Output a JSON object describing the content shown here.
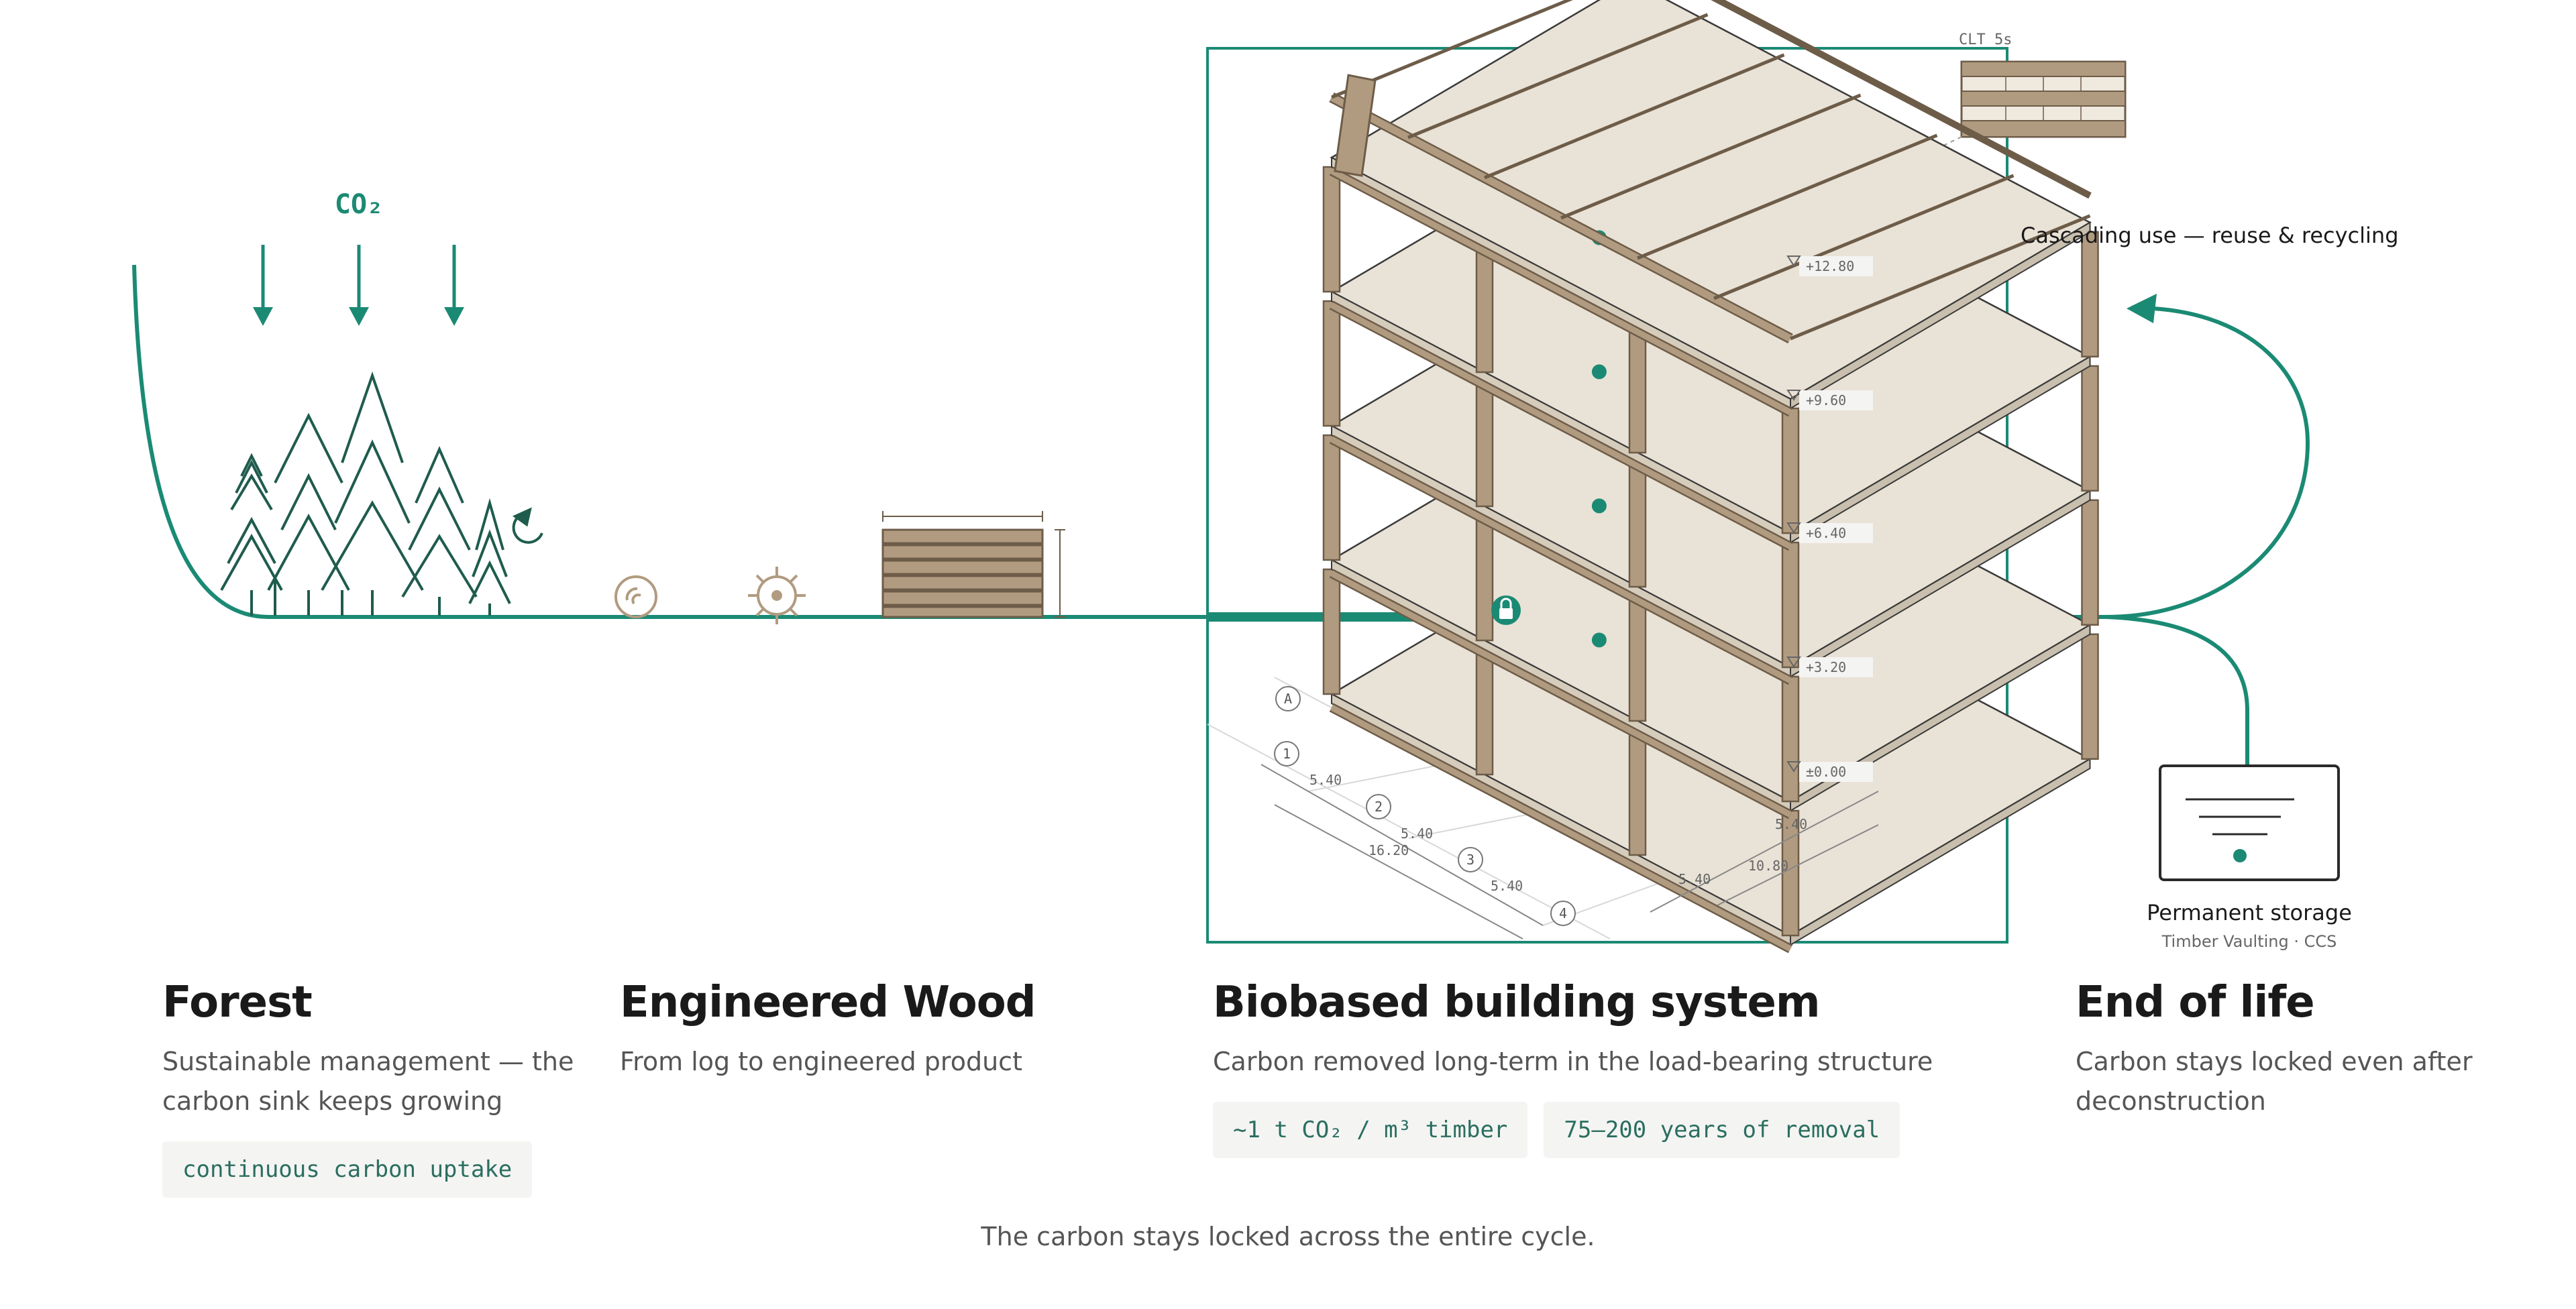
{
  "colors": {
    "accent": "#1b8a74",
    "forest": "#1f5c4d",
    "wood": "#b19b80",
    "wood_dark": "#6d5c48",
    "slab": "#e9e2d6",
    "ink": "#3a3a3a"
  },
  "diagram": {
    "co2_label": "CO₂",
    "clt_label": "CLT 5s",
    "cascading_label": "Cascading use — reuse & recycling",
    "storage_title": "Permanent storage",
    "storage_subtitle": "Timber Vaulting · CCS",
    "levels": [
      "+12.80",
      "+9.60",
      "+6.40",
      "+3.20",
      "±0.00"
    ],
    "grid_letter": "A",
    "grid_numbers": [
      "1",
      "2",
      "3",
      "4"
    ],
    "dims_left": [
      "5.40",
      "5.40",
      "16.20",
      "5.40"
    ],
    "dims_right": [
      "5.40",
      "10.80",
      "5.40"
    ]
  },
  "stages": [
    {
      "title": "Forest",
      "desc_lines": [
        "Sustainable management — the",
        "carbon sink keeps growing"
      ],
      "chips": [
        "continuous carbon uptake"
      ]
    },
    {
      "title": "Engineered Wood",
      "desc_lines": [
        "From log to engineered product"
      ],
      "chips": []
    },
    {
      "title": "Biobased building system",
      "desc_lines": [
        "Carbon removed long-term in the load-bearing structure"
      ],
      "chips": [
        "~1 t CO₂ / m³ timber",
        "75–200 years of removal"
      ]
    },
    {
      "title": "End of life",
      "desc_lines": [
        "Carbon stays locked even after",
        "deconstruction"
      ],
      "chips": []
    }
  ],
  "footer": "The carbon stays locked across the entire cycle."
}
